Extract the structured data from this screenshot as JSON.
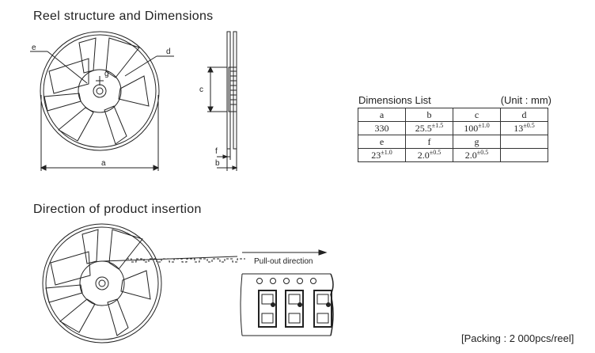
{
  "sections": {
    "reel_title": "Reel structure and Dimensions",
    "insertion_title": "Direction of product insertion"
  },
  "diagram_labels": {
    "a": "a",
    "b": "b",
    "c": "c",
    "d": "d",
    "e": "e",
    "f": "f",
    "g": "g"
  },
  "dimensions": {
    "caption": "Dimensions List",
    "unit": "(Unit : mm)",
    "header_row1": [
      "a",
      "b",
      "c",
      "d"
    ],
    "values_row1": [
      {
        "value": "330",
        "tol": ""
      },
      {
        "value": "25.5",
        "tol": "±1.5"
      },
      {
        "value": "100",
        "tol": "±1.0"
      },
      {
        "value": "13",
        "tol": "±0.5"
      }
    ],
    "header_row2": [
      "e",
      "f",
      "g",
      ""
    ],
    "values_row2": [
      {
        "value": "23",
        "tol": "±1.0"
      },
      {
        "value": "2.0",
        "tol": "±0.5"
      },
      {
        "value": "2.0",
        "tol": "±0.5"
      },
      {
        "value": "",
        "tol": ""
      }
    ]
  },
  "pull_out_label": "Pull-out direction",
  "packing": "[Packing : 2 000pcs/reel]"
}
